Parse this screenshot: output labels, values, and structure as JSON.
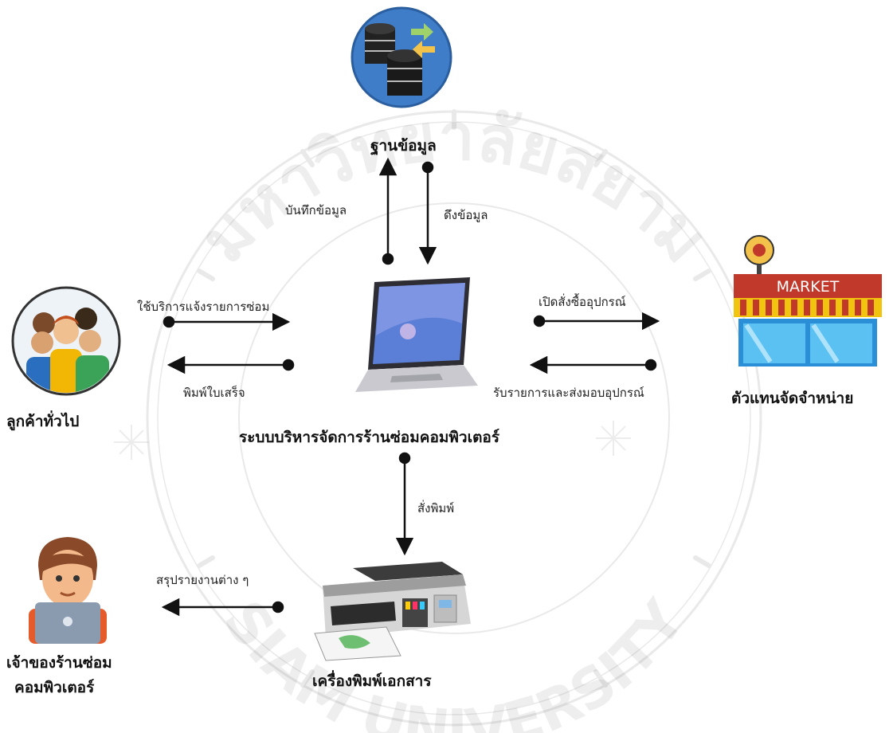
{
  "nodes": {
    "database": "ฐานข้อมูล",
    "system": "ระบบบริหารจัดการร้านซ่อมคอมพิวเตอร์",
    "customer": "ลูกค้าทั่วไป",
    "vendor": "ตัวแทนจัดจำหน่าย",
    "owner_line1": "เจ้าของร้านซ่อม",
    "owner_line2": "คอมพิวเตอร์",
    "printer": "เครื่องพิมพ์เอกสาร"
  },
  "edges": {
    "save_data": "บันทึกข้อมูล",
    "fetch_data": "ดึงข้อมูล",
    "customer_request": "ใช้บริการแจ้งรายการซ่อม",
    "print_receipt": "พิมพ์ใบเสร็จ",
    "order_parts": "เปิดสั่งซื้ออุปกรณ์",
    "receive_parts": "รับรายการและส่งมอบอุปกรณ์",
    "print_command": "สั่งพิมพ์",
    "reports": "สรุปรายงานต่าง ๆ"
  },
  "icons": {
    "market_sign": "MARKET"
  },
  "watermark": {
    "top_arc": "มหาวิทยาลัยสยาม",
    "bottom_arc": "SIAM UNIVERSITY"
  }
}
